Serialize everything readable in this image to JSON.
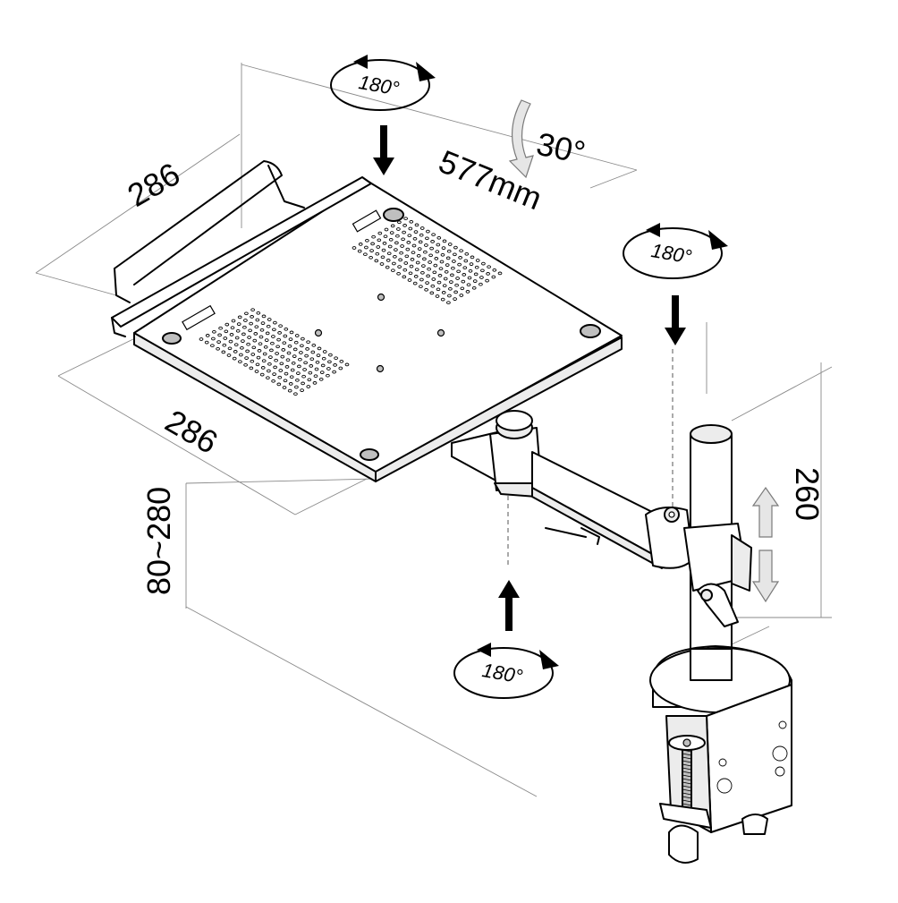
{
  "dimensions": {
    "tray_depth": "286",
    "tray_width": "286",
    "arm_length": "577mm",
    "tilt": "30°",
    "height_range": "80~280",
    "pole_height": "260"
  },
  "rotations": {
    "tray_top": "180°",
    "arm_joint": "180°",
    "arm_bottom": "180°"
  },
  "colors": {
    "line": "#000000",
    "extension": "#8a8a8a",
    "hollow_arrow": "#cfcfcf"
  }
}
